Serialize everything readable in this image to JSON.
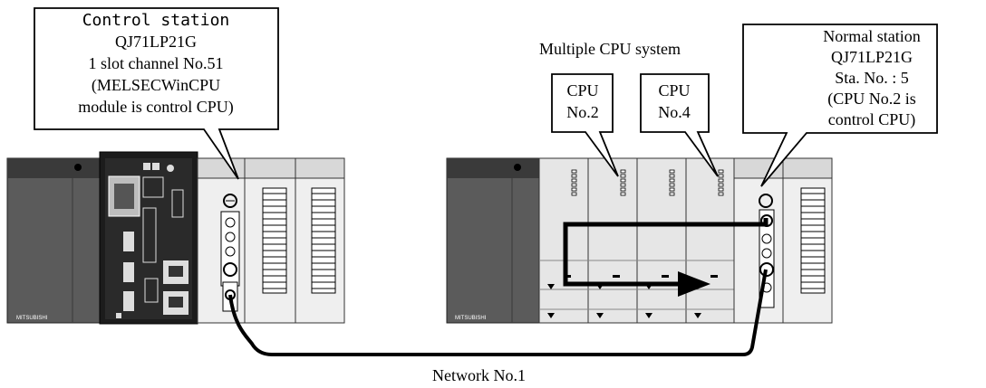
{
  "callouts": {
    "control_station": {
      "title": "Control station",
      "lines": [
        "QJ71LP21G",
        "1 slot channel No.51",
        "(MELSECWinCPU",
        "module is control CPU)"
      ]
    },
    "cpu2": {
      "lines": [
        "CPU",
        "No.2"
      ]
    },
    "cpu4": {
      "lines": [
        "CPU",
        "No.4"
      ]
    },
    "normal_station": {
      "lines": [
        "Normal station",
        "QJ71LP21G",
        "Sta. No. : 5",
        "(CPU No.2 is",
        "control CPU)"
      ]
    }
  },
  "labels": {
    "multiple_cpu": "Multiple CPU system",
    "network": "Network No.1",
    "brand": "MITSUBISHI"
  }
}
